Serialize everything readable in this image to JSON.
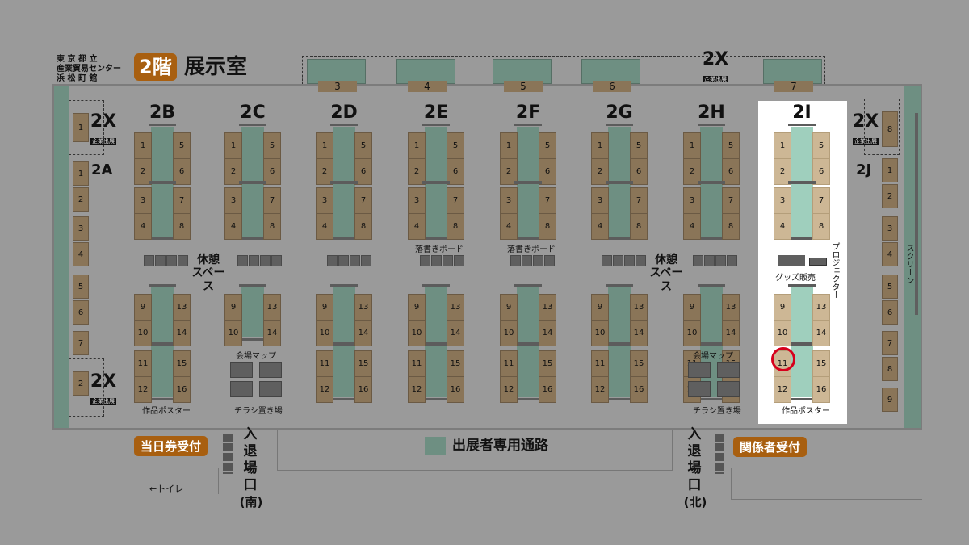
{
  "header": {
    "venue_line1": "東 京 都 立",
    "venue_line2": "産業貿易センター",
    "venue_line3": "浜 松 町 館",
    "floor_badge": "2階",
    "room": "展示室"
  },
  "top_booths": [
    "3",
    "4",
    "5",
    "6",
    "7"
  ],
  "corp_label": "2X",
  "corp_sub": "企業出展",
  "rows": [
    {
      "label": "2B"
    },
    {
      "label": "2C"
    },
    {
      "label": "2D"
    },
    {
      "label": "2E"
    },
    {
      "label": "2F"
    },
    {
      "label": "2G"
    },
    {
      "label": "2H"
    },
    {
      "label": "2I"
    }
  ],
  "upper_left_nums": [
    "1",
    "2",
    "3",
    "4"
  ],
  "upper_right_nums": [
    "5",
    "6",
    "7",
    "8"
  ],
  "lower_left_nums": [
    "9",
    "10",
    "11",
    "12"
  ],
  "lower_right_nums": [
    "13",
    "14",
    "15",
    "16"
  ],
  "row_2c_lower_left": [
    "9",
    "10"
  ],
  "row_2c_lower_right": [
    "13",
    "14"
  ],
  "wall_2a_label": "2A",
  "wall_2a_nums": [
    "1",
    "2",
    "3",
    "4",
    "5",
    "6",
    "7",
    "2"
  ],
  "wall_2a_top": "1",
  "wall_2j_label": "2J",
  "wall_2j_nums": [
    "1",
    "2",
    "3",
    "4",
    "5",
    "6",
    "7",
    "8",
    "9"
  ],
  "wall_2j_top": "8",
  "labels": {
    "rest_space_1": "休憩",
    "rest_space_2": "スペース",
    "graffiti_board": "落書きボード",
    "venue_map": "会場マップ",
    "flyer_area": "チラシ置き場",
    "work_poster": "作品ポスター",
    "goods_sale": "グッズ販売",
    "projector": "プロジェクター",
    "screen": "スクリーン",
    "exhibitor_path": "出展者専用通路",
    "toilet": "←トイレ",
    "same_day_ticket": "当日券受付",
    "staff_reception": "関係者受付",
    "entrance_south": [
      "入",
      "退",
      "場",
      "口",
      "(南)"
    ],
    "entrance_north": [
      "入",
      "退",
      "場",
      "口",
      "(北)"
    ]
  },
  "colors": {
    "background": "#9a9a9a",
    "booth": "#8a7558",
    "table": "#6e8f82",
    "highlight_booth": "#cdb795",
    "highlight_table": "#9fcfbd",
    "badge": "#a85f10",
    "marker": "#d6001c"
  },
  "marker": {
    "row": "2I",
    "booth": "11"
  }
}
